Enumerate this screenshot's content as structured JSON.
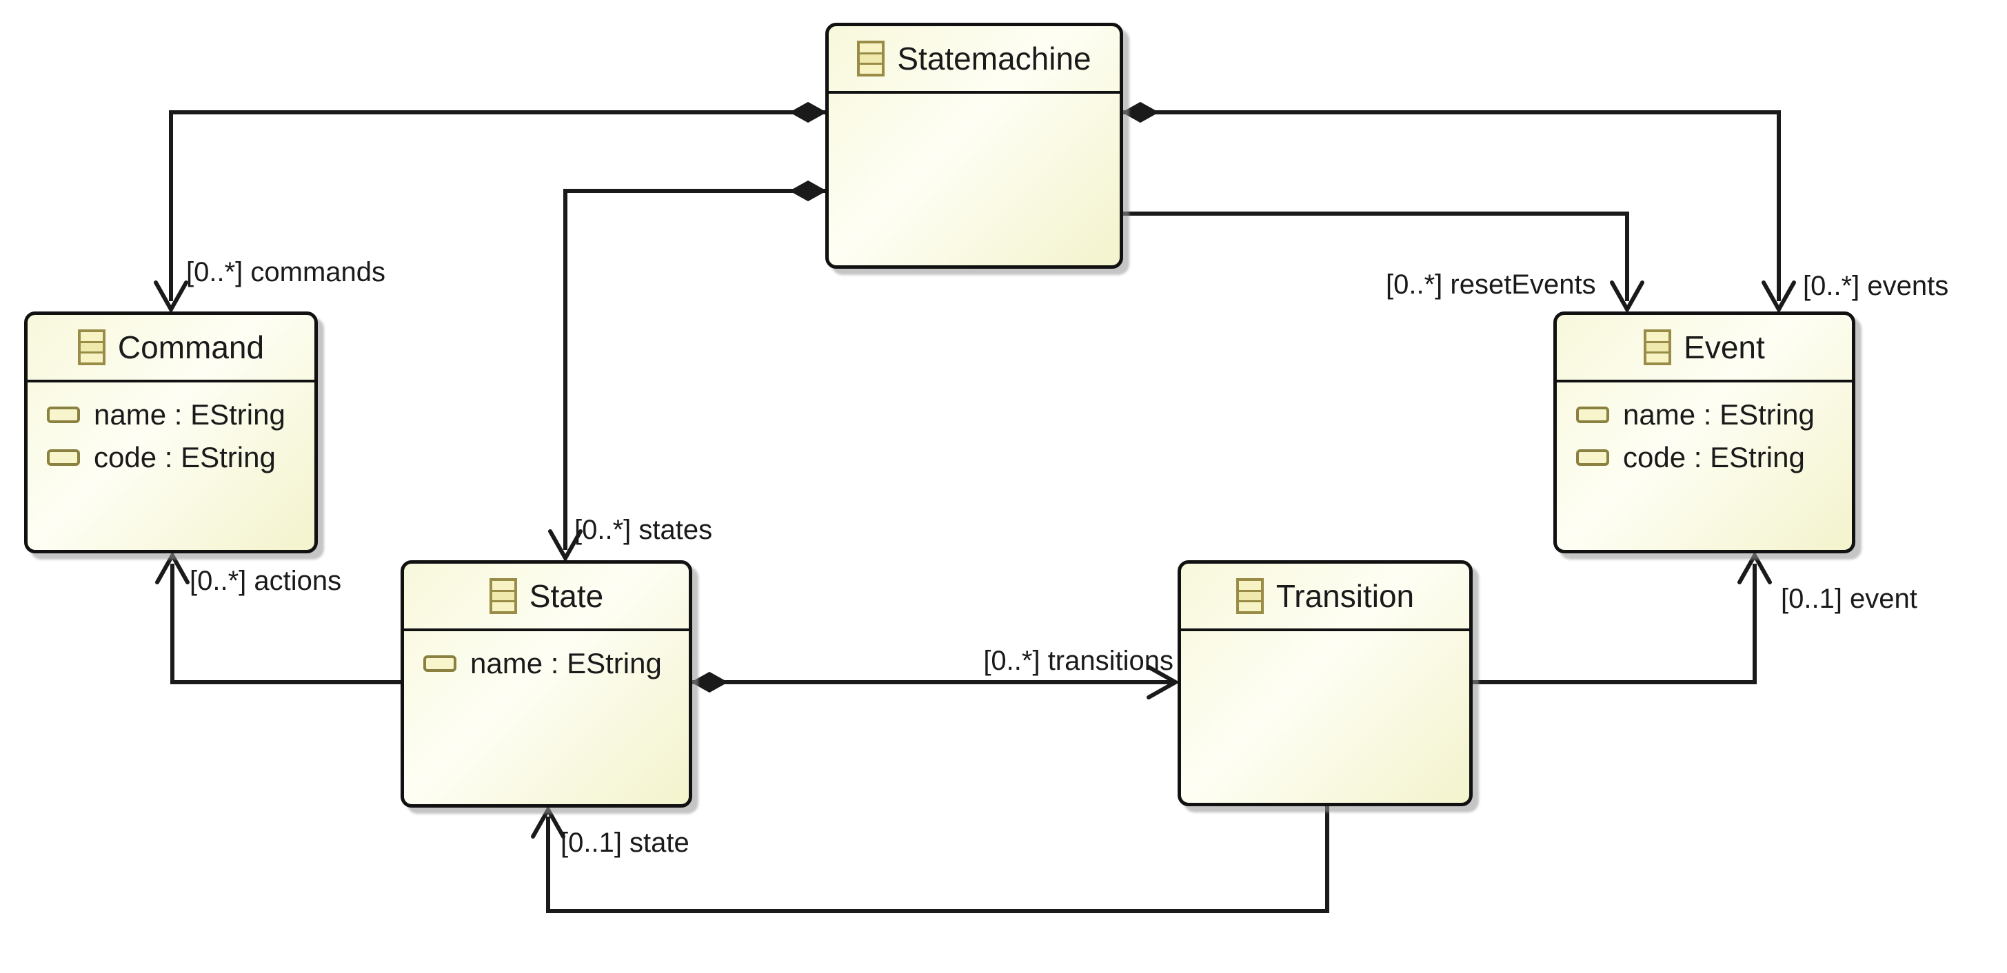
{
  "diagram": {
    "kind": "class-diagram",
    "colors": {
      "background": "#ffffff",
      "line": "#1a1a1a",
      "node_border": "#111111",
      "node_fill_light": "#fefef4",
      "node_fill_dark": "#f3f3cd",
      "icon_border": "#988c46",
      "icon_fill": "#f7f3c4",
      "shadow": "#969696"
    },
    "icons": {
      "class_icon": "three-row rectangle glyph",
      "attribute_icon": "small rounded bar glyph",
      "composition_diamond": "filled black diamond",
      "arrowhead": "open chevron arrow"
    },
    "classes": {
      "statemachine": {
        "name": "Statemachine",
        "attributes": []
      },
      "command": {
        "name": "Command",
        "attributes": [
          "name : EString",
          "code : EString"
        ]
      },
      "event": {
        "name": "Event",
        "attributes": [
          "name : EString",
          "code : EString"
        ]
      },
      "state": {
        "name": "State",
        "attributes": [
          "name : EString"
        ]
      },
      "transition": {
        "name": "Transition",
        "attributes": []
      }
    },
    "edges": {
      "commands": {
        "label": "[0..*] commands",
        "source": "Statemachine",
        "target": "Command",
        "kind": "containment"
      },
      "states": {
        "label": "[0..*] states",
        "source": "Statemachine",
        "target": "State",
        "kind": "containment"
      },
      "events": {
        "label": "[0..*] events",
        "source": "Statemachine",
        "target": "Event",
        "kind": "containment"
      },
      "resetEvents": {
        "label": "[0..*] resetEvents",
        "source": "Statemachine",
        "target": "Event",
        "kind": "reference"
      },
      "actions": {
        "label": "[0..*] actions",
        "source": "State",
        "target": "Command",
        "kind": "reference"
      },
      "transitions": {
        "label": "[0..*] transitions",
        "source": "State",
        "target": "Transition",
        "kind": "containment"
      },
      "event": {
        "label": "[0..1] event",
        "source": "Transition",
        "target": "Event",
        "kind": "reference"
      },
      "state": {
        "label": "[0..1] state",
        "source": "Transition",
        "target": "State",
        "kind": "reference"
      }
    }
  }
}
